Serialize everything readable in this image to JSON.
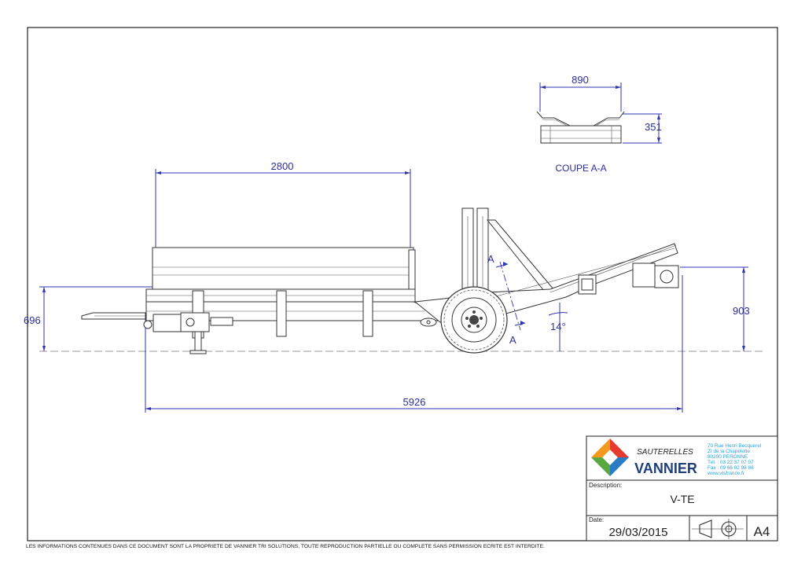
{
  "dimensions": {
    "overall_length": "5926",
    "bed_length": "2800",
    "front_height": "696",
    "rear_height": "903",
    "angle": "14°",
    "section_width": "890",
    "section_height": "351"
  },
  "section": {
    "title": "COUPE A-A",
    "marker_top": "A",
    "marker_bottom": "A"
  },
  "title_block": {
    "brand_top": "SAUTERELLES",
    "brand_main": "VANNIER",
    "address_lines": [
      "70 Rue Henri Becquerel",
      "ZI de la Chapelette",
      "80200  PERONNE",
      "Tél. : 03 22 37 07 07",
      "Fax : 09 66 92 98 86",
      "www.vtsfrance.fr"
    ],
    "description_label": "Description:",
    "description_value": "V-TE",
    "date_label": "Date:",
    "date_value": "29/03/2015",
    "sheet_size": "A4"
  },
  "footer_notice": "LES INFORMATIONS CONTENUES DANS CE DOCUMENT  SONT LA PROPRIETE DE VANNIER TRI SOLUTIONS, TOUTE REPRODUCTION PARTIELLE OU COMPLETE SANS PERMISSION ECRITE  EST INTERDITE.",
  "colors": {
    "dimension_blue": "#2a2d9e",
    "logo_red": "#e63a2e",
    "logo_orange": "#f39a1e",
    "logo_green": "#5aa842",
    "logo_blue": "#2a7dc4",
    "address_cyan": "#29a3d9"
  }
}
